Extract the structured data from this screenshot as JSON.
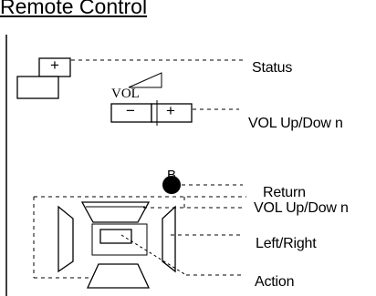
{
  "title": "Remote Control",
  "status_button_symbol": "+",
  "vol_label": "VOL",
  "vol_minus_symbol": "−",
  "vol_plus_symbol": "+",
  "return_button_letter": "B",
  "callouts": {
    "status": "Status",
    "vol_up_down": "VOL Up/Dow n",
    "return": "Return",
    "vol_up_down_2": "VOL Up/Dow n",
    "left_right": "Left/Right",
    "action": "Action"
  }
}
